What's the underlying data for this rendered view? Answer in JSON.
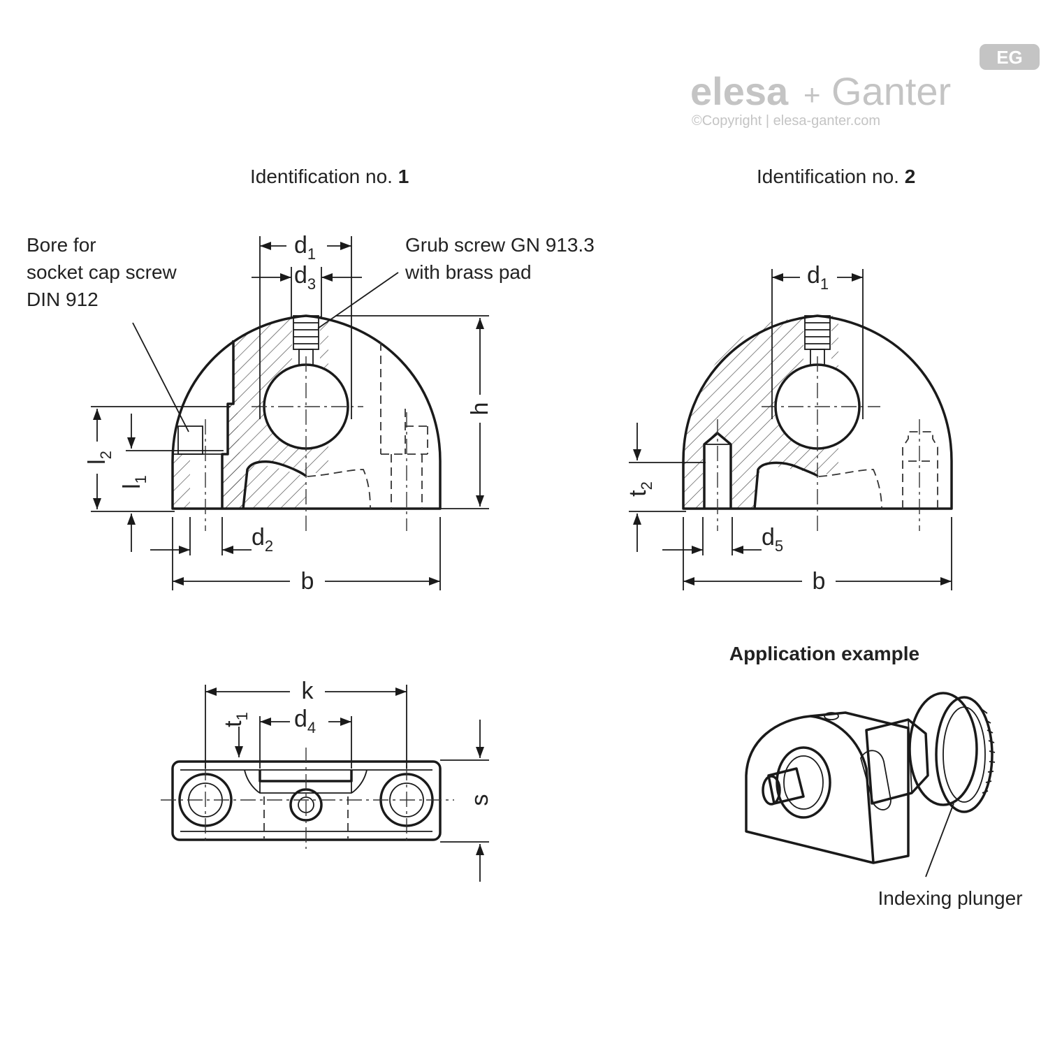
{
  "logo": {
    "brand_a": "elesa",
    "plus": "+",
    "brand_b": "Ganter",
    "badge": "EG",
    "copyright": "©Copyright | elesa-ganter.com"
  },
  "view1": {
    "title_text": "Identification no. ",
    "title_num": "1",
    "bore_note": [
      "Bore for",
      "socket cap screw",
      "DIN 912"
    ],
    "grub_note": [
      "Grub screw GN 913.3",
      "with brass pad"
    ],
    "dims": {
      "d1": "d",
      "d1_sub": "1",
      "d3": "d",
      "d3_sub": "3",
      "d2": "d",
      "d2_sub": "2",
      "l1": "l",
      "l1_sub": "1",
      "l2": "l",
      "l2_sub": "2",
      "h": "h",
      "b": "b"
    }
  },
  "view2": {
    "title_text": "Identification no. ",
    "title_num": "2",
    "dims": {
      "d1": "d",
      "d1_sub": "1",
      "d5": "d",
      "d5_sub": "5",
      "t2": "t",
      "t2_sub": "2",
      "b": "b"
    }
  },
  "top_view": {
    "dims": {
      "k": "k",
      "t1": "t",
      "t1_sub": "1",
      "d4": "d",
      "d4_sub": "4",
      "s": "s"
    }
  },
  "application": {
    "title": "Application example",
    "callout": "Indexing plunger"
  }
}
